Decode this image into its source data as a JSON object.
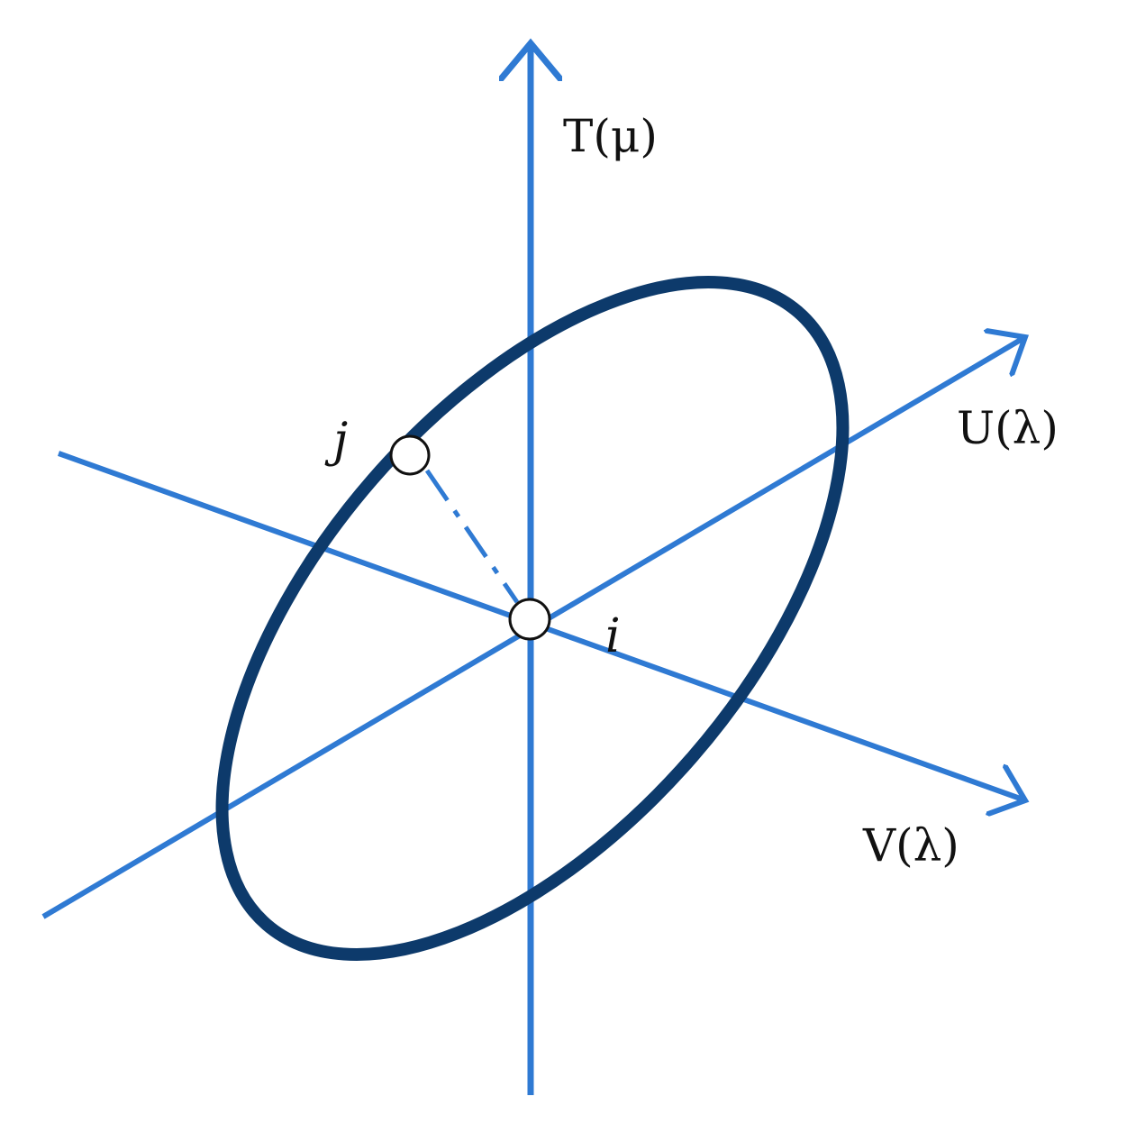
{
  "diagram": {
    "axes": {
      "t": {
        "label": "T(μ)"
      },
      "u": {
        "label": "U(λ)"
      },
      "v": {
        "label": "V(λ)"
      }
    },
    "points": {
      "i": {
        "label": "i"
      },
      "j": {
        "label": "j"
      }
    },
    "colors": {
      "axis": "#2f7ad3",
      "ellipse": "#0d3a6b",
      "point_fill": "#ffffff",
      "point_stroke": "#111111",
      "text": "#111111"
    }
  }
}
